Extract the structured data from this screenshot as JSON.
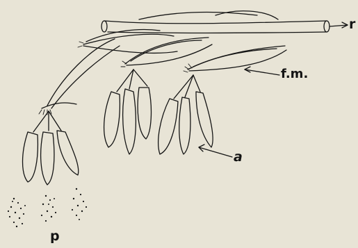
{
  "figure": {
    "labels": {
      "r": "r",
      "fm": "f.m.",
      "a": "a",
      "p": "p"
    },
    "colors": {
      "paper": "#e8e4d6",
      "ink": "#141414"
    }
  }
}
